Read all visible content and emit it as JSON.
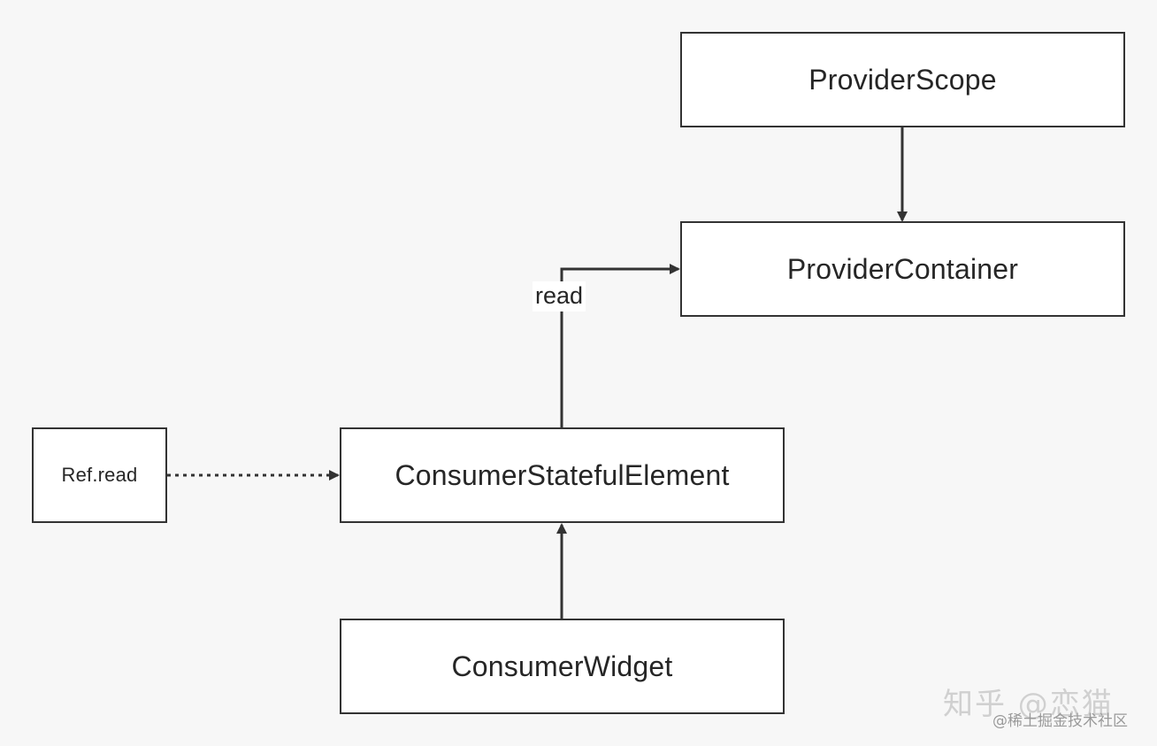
{
  "nodes": {
    "provider_scope": "ProviderScope",
    "provider_container": "ProviderContainer",
    "consumer_stateful_element": "ConsumerStatefulElement",
    "consumer_widget": "ConsumerWidget",
    "ref_read": "Ref.read"
  },
  "edges": {
    "read_label": "read"
  },
  "watermark": {
    "main": "知乎 @恋猫",
    "sub": "@稀土掘金技术社区"
  },
  "colors": {
    "background": "#f7f7f7",
    "box_fill": "#ffffff",
    "line": "#333333",
    "text": "#262626"
  }
}
